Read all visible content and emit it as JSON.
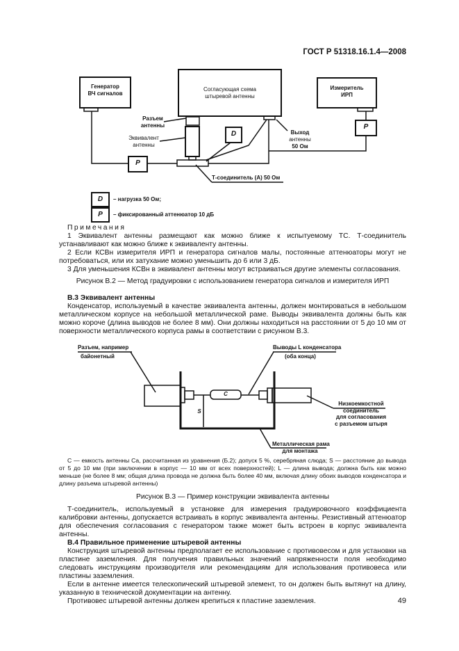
{
  "header": {
    "doc_id": "ГОСТ Р 51318.16.1.4—2008"
  },
  "figure_b2": {
    "generator": [
      "Генератор",
      "ВЧ сигналов"
    ],
    "matching": [
      "Согласующая схема",
      "штыревой антенны"
    ],
    "meter": [
      "Измеритель",
      "ИРП"
    ],
    "connector": [
      "Разъем",
      "антенны"
    ],
    "equivalent": [
      "Эквивалент",
      "антенны"
    ],
    "output": [
      "Выход",
      "антенны",
      "50 Ом"
    ],
    "tee": "Т-соединитель (А) 50 Ом",
    "d_symbol": "D",
    "p_symbol": "P",
    "legend_d": "– нагрузка 50 Ом;",
    "legend_p": "– фиксированный аттенюатор 10 дБ",
    "notes_title": "Примечания",
    "notes": [
      "1 Эквивалент антенны размещают как можно ближе к испытуемому ТС.  Т-соединитель устанавливают как можно ближе к эквиваленту антенны.",
      "2 Если КСВн измерителя ИРП и генератора сигналов малы, постоянные аттенюаторы могут не потребоваться, или их затухание можно уменьшить до 6 или 3 дБ.",
      "3 Для уменьшения КСВн в эквивалент антенны могут встраиваться другие элементы согласования."
    ],
    "caption": "Рисунок В.2 — Метод градуировки с использованием генератора сигналов и измерителя ИРП"
  },
  "section_b3": {
    "heading": "В.3 Эквивалент антенны",
    "paragraph": "Конденсатор, используемый в качестве эквивалента антенны, должен монтироваться в небольшом металлическом корпусе на небольшой металлической раме. Выводы эквивалента должны быть как можно короче (длина выводов не более 8 мм). Они должны находиться на расстоянии от 5 до 10 мм от поверхности металлического корпуса рамы в соответствии с рисунком В.3."
  },
  "figure_b3": {
    "connector": [
      "Разъем, например",
      "байонетный"
    ],
    "leads": [
      "Выводы L конденсатора",
      "(оба конца)"
    ],
    "low_cap": [
      "Низкоемкостной",
      "соединитель",
      "для согласования",
      "с разъемом штыря"
    ],
    "frame": [
      "Металлическая рама",
      "для монтажа"
    ],
    "c_symbol": "C",
    "s_symbol": "S",
    "legend": "C — емкость антенны Ca, рассчитанная из уравнения (Б.2); допуск 5 %, серебряная слюда; S — расстояние до вывода от 5 до 10 мм (при заключении в корпус — 10 мм от всех поверхностей); L — длина вывода; должна быть как можно меньше (не более 8 мм; общая длина провода не должна быть более 40 мм, включая длину обоих выводов конденсатора и длину разъема штыревой антенны)",
    "caption": "Рисунок В.3 — Пример конструкции эквивалента антенны"
  },
  "after_b3": "Т-соединитель, используемый в установке для измерения градуировочного коэффициента калибровки антенны, допускается встраивать в корпус эквивалента антенны. Резистивный аттенюатор для обеспечения согласования с генератором также может быть встроен в корпус эквивалента антенны.",
  "section_b4": {
    "heading": "В.4 Правильное применение штыревой антенны",
    "paragraphs": [
      "Конструкция  штыревой антенны предполагает ее использование с противовесом  и для установки на пластине заземления. Для получения правильных значений напряженности поля необходимо следовать инструкциям производителя или рекомендациям для использования противовеса или пластины заземления.",
      "Если в антенне имеется телескопический штыревой элемент, то он должен быть вытянут на длину, указанную в технической документации на антенну.",
      "Противовес штыревой антенны должен крепиться к пластине заземления."
    ]
  },
  "page_number": "49"
}
